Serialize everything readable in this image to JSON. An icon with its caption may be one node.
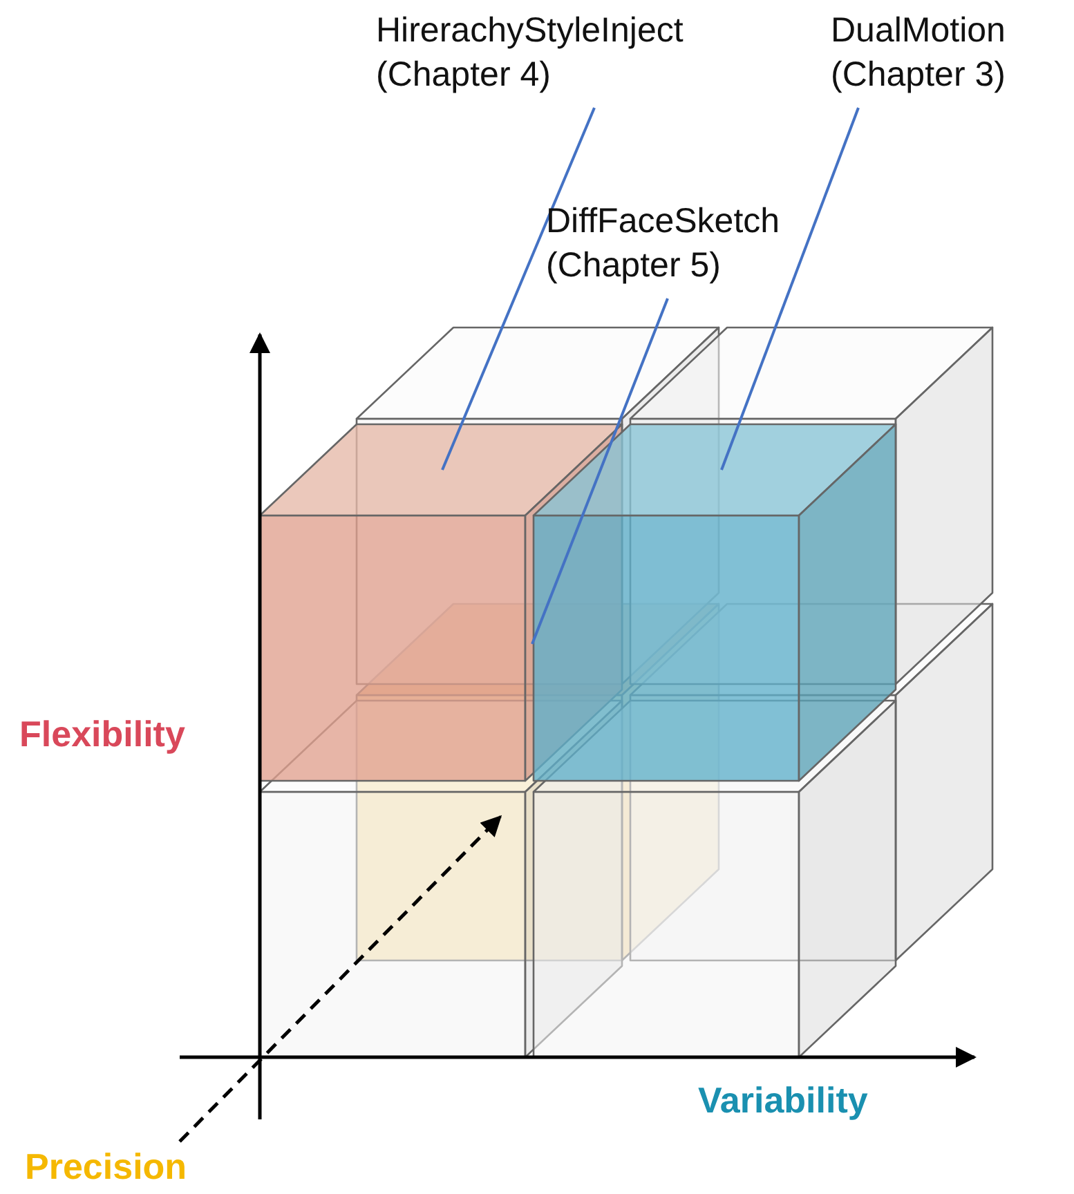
{
  "diagram": {
    "nodes": [
      {
        "text": [
          "HirerachyStyleInject (Chapter 4)"
        ]
      },
      {
        "text": [
          "DualMotion (Chapter 3)"
        ]
      },
      {
        "text": [
          "DiffFaceSketch (Chapter 5)"
        ]
      },
      {
        "text": [],
        "shape": "cube"
      },
      {
        "text": [],
        "shape": "cube"
      },
      {
        "text": [],
        "shape": "cube"
      }
    ],
    "edges": [
      {
        "from": 0,
        "to": 3,
        "arrow": "none"
      },
      {
        "from": 1,
        "to": 4,
        "arrow": "none"
      },
      {
        "from": 2,
        "to": 5,
        "arrow": "none"
      }
    ],
    "labels": [
      "Flexibility",
      "Variability",
      "Precision"
    ]
  }
}
